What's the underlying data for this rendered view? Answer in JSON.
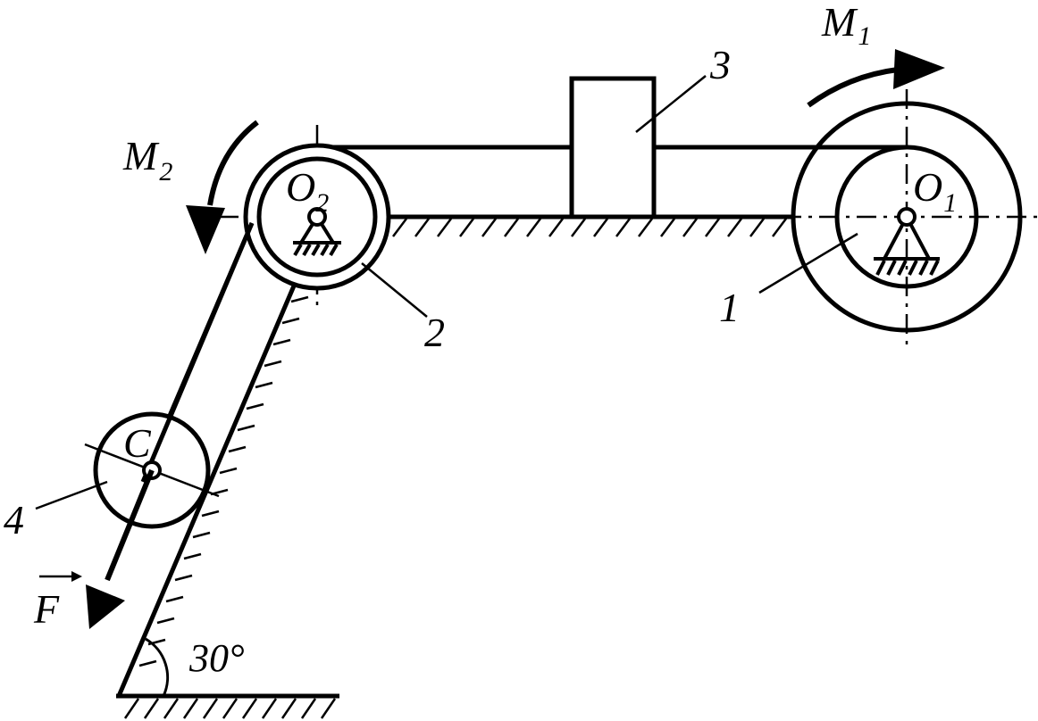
{
  "labels": {
    "M1": "M",
    "M1_sub": "1",
    "M2": "M",
    "M2_sub": "2",
    "O1": "O",
    "O1_sub": "1",
    "O2": "O",
    "O2_sub": "2",
    "C": "C",
    "F": "F",
    "angle": "30°",
    "part1": "1",
    "part2": "2",
    "part3": "3",
    "part4": "4"
  },
  "colors": {
    "ink": "#000000",
    "paper": "#ffffff"
  }
}
